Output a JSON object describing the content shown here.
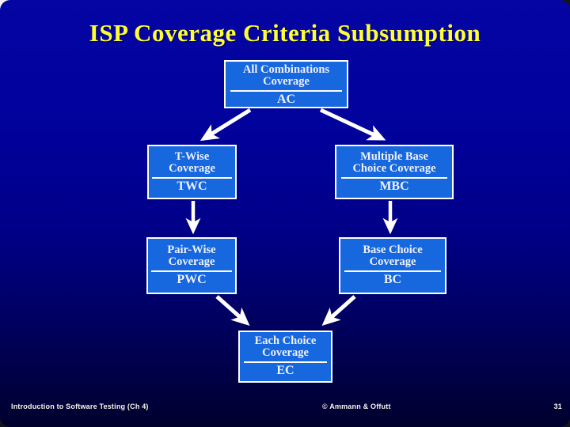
{
  "slide": {
    "title": "ISP Coverage Criteria Subsumption",
    "footer": {
      "left": "Introduction to Software Testing  (Ch 4)",
      "center": "© Ammann & Offutt",
      "page_number": "31"
    },
    "colors": {
      "background_top": "#0505a4",
      "background_bottom": "#00002c",
      "title_color": "#ffff33",
      "box_fill": "#1767df",
      "box_border": "#ffffff",
      "box_text": "#eef2ff",
      "arrow_color": "#ffffff"
    }
  },
  "diagram": {
    "nodes": [
      {
        "id": "AC",
        "name_lines": [
          "All Combinations",
          "Coverage"
        ],
        "acronym": "AC"
      },
      {
        "id": "TWC",
        "name_lines": [
          "T-Wise",
          "Coverage"
        ],
        "acronym": "TWC"
      },
      {
        "id": "MBC",
        "name_lines": [
          "Multiple Base",
          "Choice Coverage"
        ],
        "acronym": "MBC"
      },
      {
        "id": "PWC",
        "name_lines": [
          "Pair-Wise",
          "Coverage"
        ],
        "acronym": "PWC"
      },
      {
        "id": "BC",
        "name_lines": [
          "Base Choice",
          "Coverage"
        ],
        "acronym": "BC"
      },
      {
        "id": "EC",
        "name_lines": [
          "Each Choice",
          "Coverage"
        ],
        "acronym": "EC"
      }
    ],
    "edges": [
      {
        "from": "AC",
        "to": "TWC"
      },
      {
        "from": "AC",
        "to": "MBC"
      },
      {
        "from": "TWC",
        "to": "PWC"
      },
      {
        "from": "MBC",
        "to": "BC"
      },
      {
        "from": "PWC",
        "to": "EC"
      },
      {
        "from": "BC",
        "to": "EC"
      }
    ]
  }
}
